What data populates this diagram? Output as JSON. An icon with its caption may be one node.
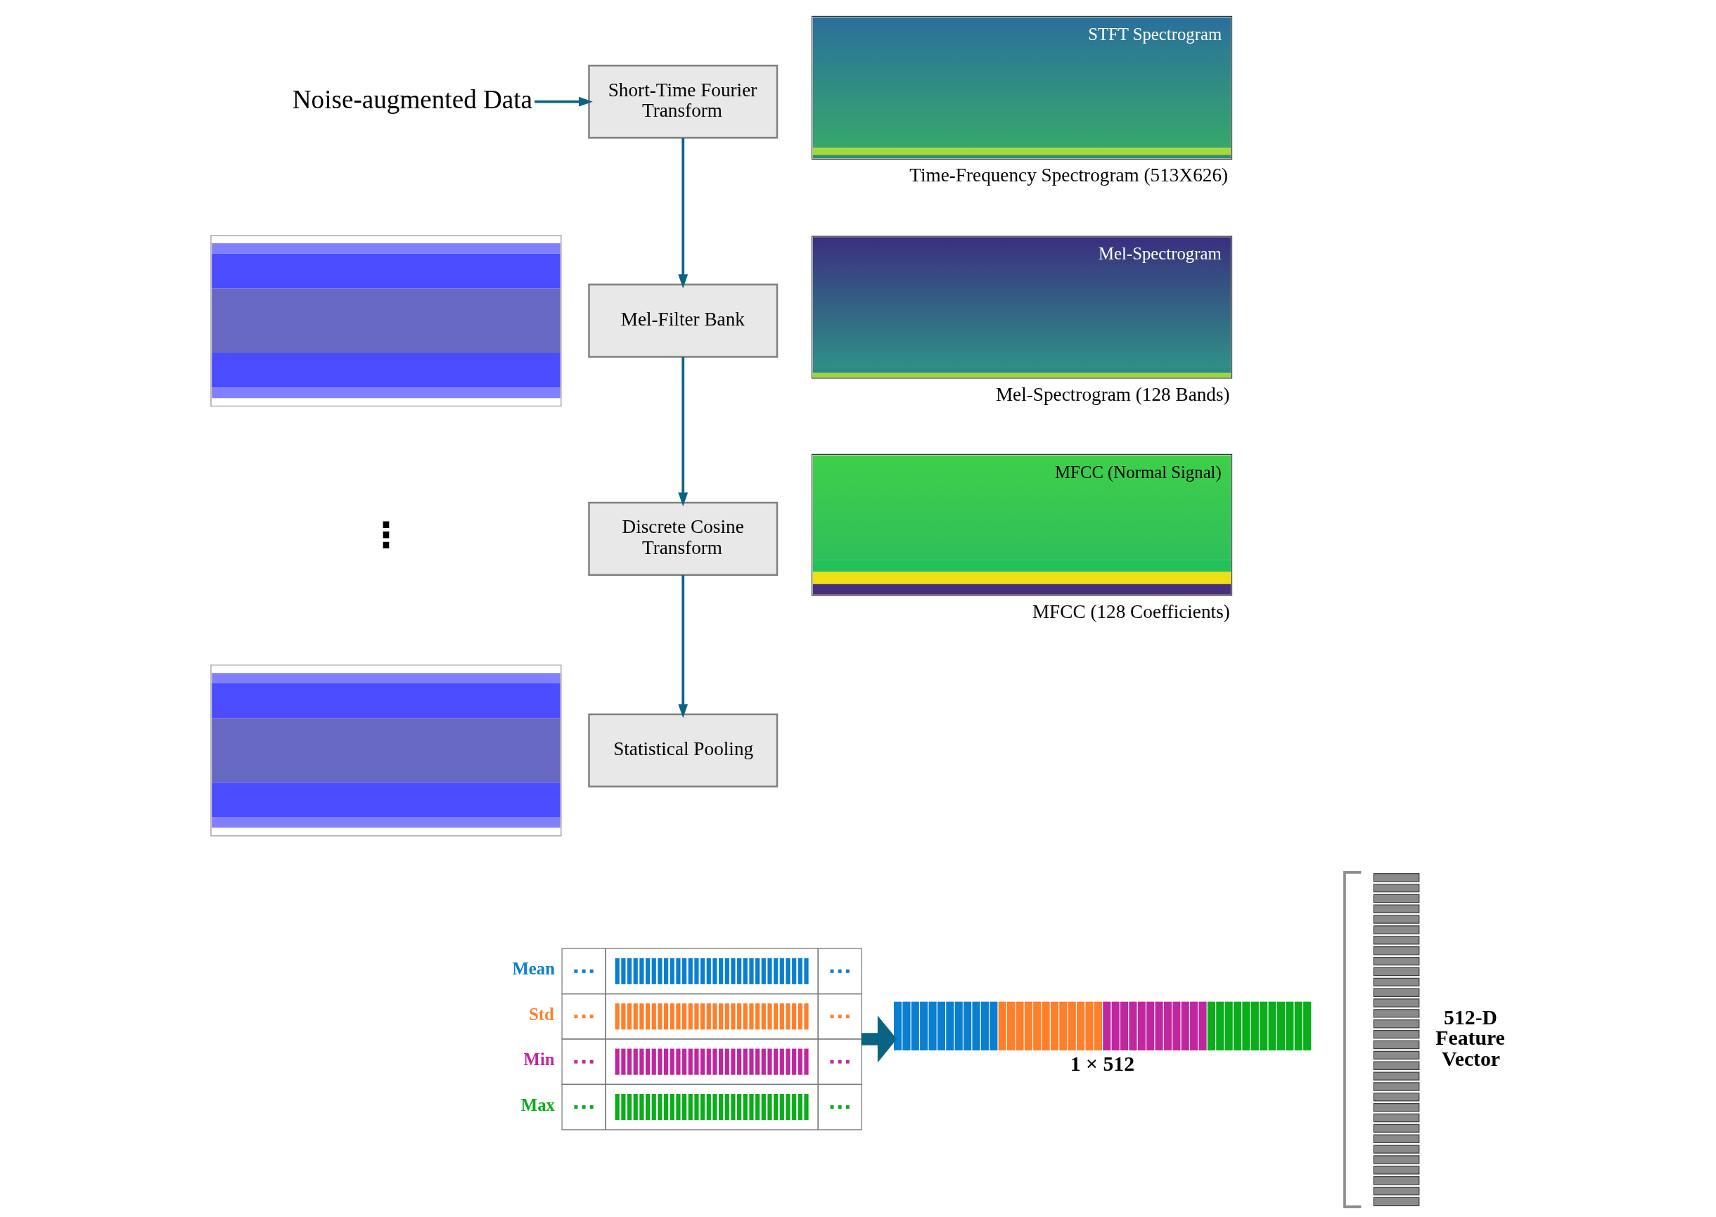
{
  "diagram": {
    "nodes": [
      {
        "text": [
          "Noise-augmented Data"
        ]
      },
      {
        "text": [],
        "shape": "picture"
      },
      {
        "text": [],
        "shape": "picture"
      },
      {
        "text": [
          "Short-Time Fourier Transform"
        ]
      },
      {
        "text": [
          "STFT Spectrogram"
        ],
        "beside": [
          "Time-Frequency Spectrogram (513X626)"
        ]
      },
      {
        "text": [
          "Mel-Filter Bank"
        ]
      },
      {
        "text": [
          "Mel-Spectrogram"
        ],
        "beside": [
          "Mel-Spectrogram (128 Bands)"
        ]
      },
      {
        "text": [
          "Discrete Cosine Transform"
        ]
      },
      {
        "text": [
          "MFCC (Normal Signal)"
        ],
        "beside": [
          "MFCC (128 Coefficients)"
        ]
      },
      {
        "text": [
          "Statistical Pooling"
        ]
      },
      {
        "text": [
          "Mean",
          "Std",
          "Min",
          "Max"
        ]
      },
      {
        "text": [
          "1 × 512"
        ]
      },
      {
        "text": [
          "512-D Feature Vector"
        ]
      }
    ],
    "edges": [
      {
        "from": 0,
        "to": 3,
        "arrow": "to"
      },
      {
        "from": 3,
        "to": 5,
        "arrow": "to"
      },
      {
        "from": 5,
        "to": 7,
        "arrow": "to"
      },
      {
        "from": 7,
        "to": 9,
        "arrow": "to"
      },
      {
        "from": 10,
        "to": 11,
        "arrow": "to",
        "style": "thick"
      }
    ],
    "labels": [
      "⋮"
    ]
  }
}
